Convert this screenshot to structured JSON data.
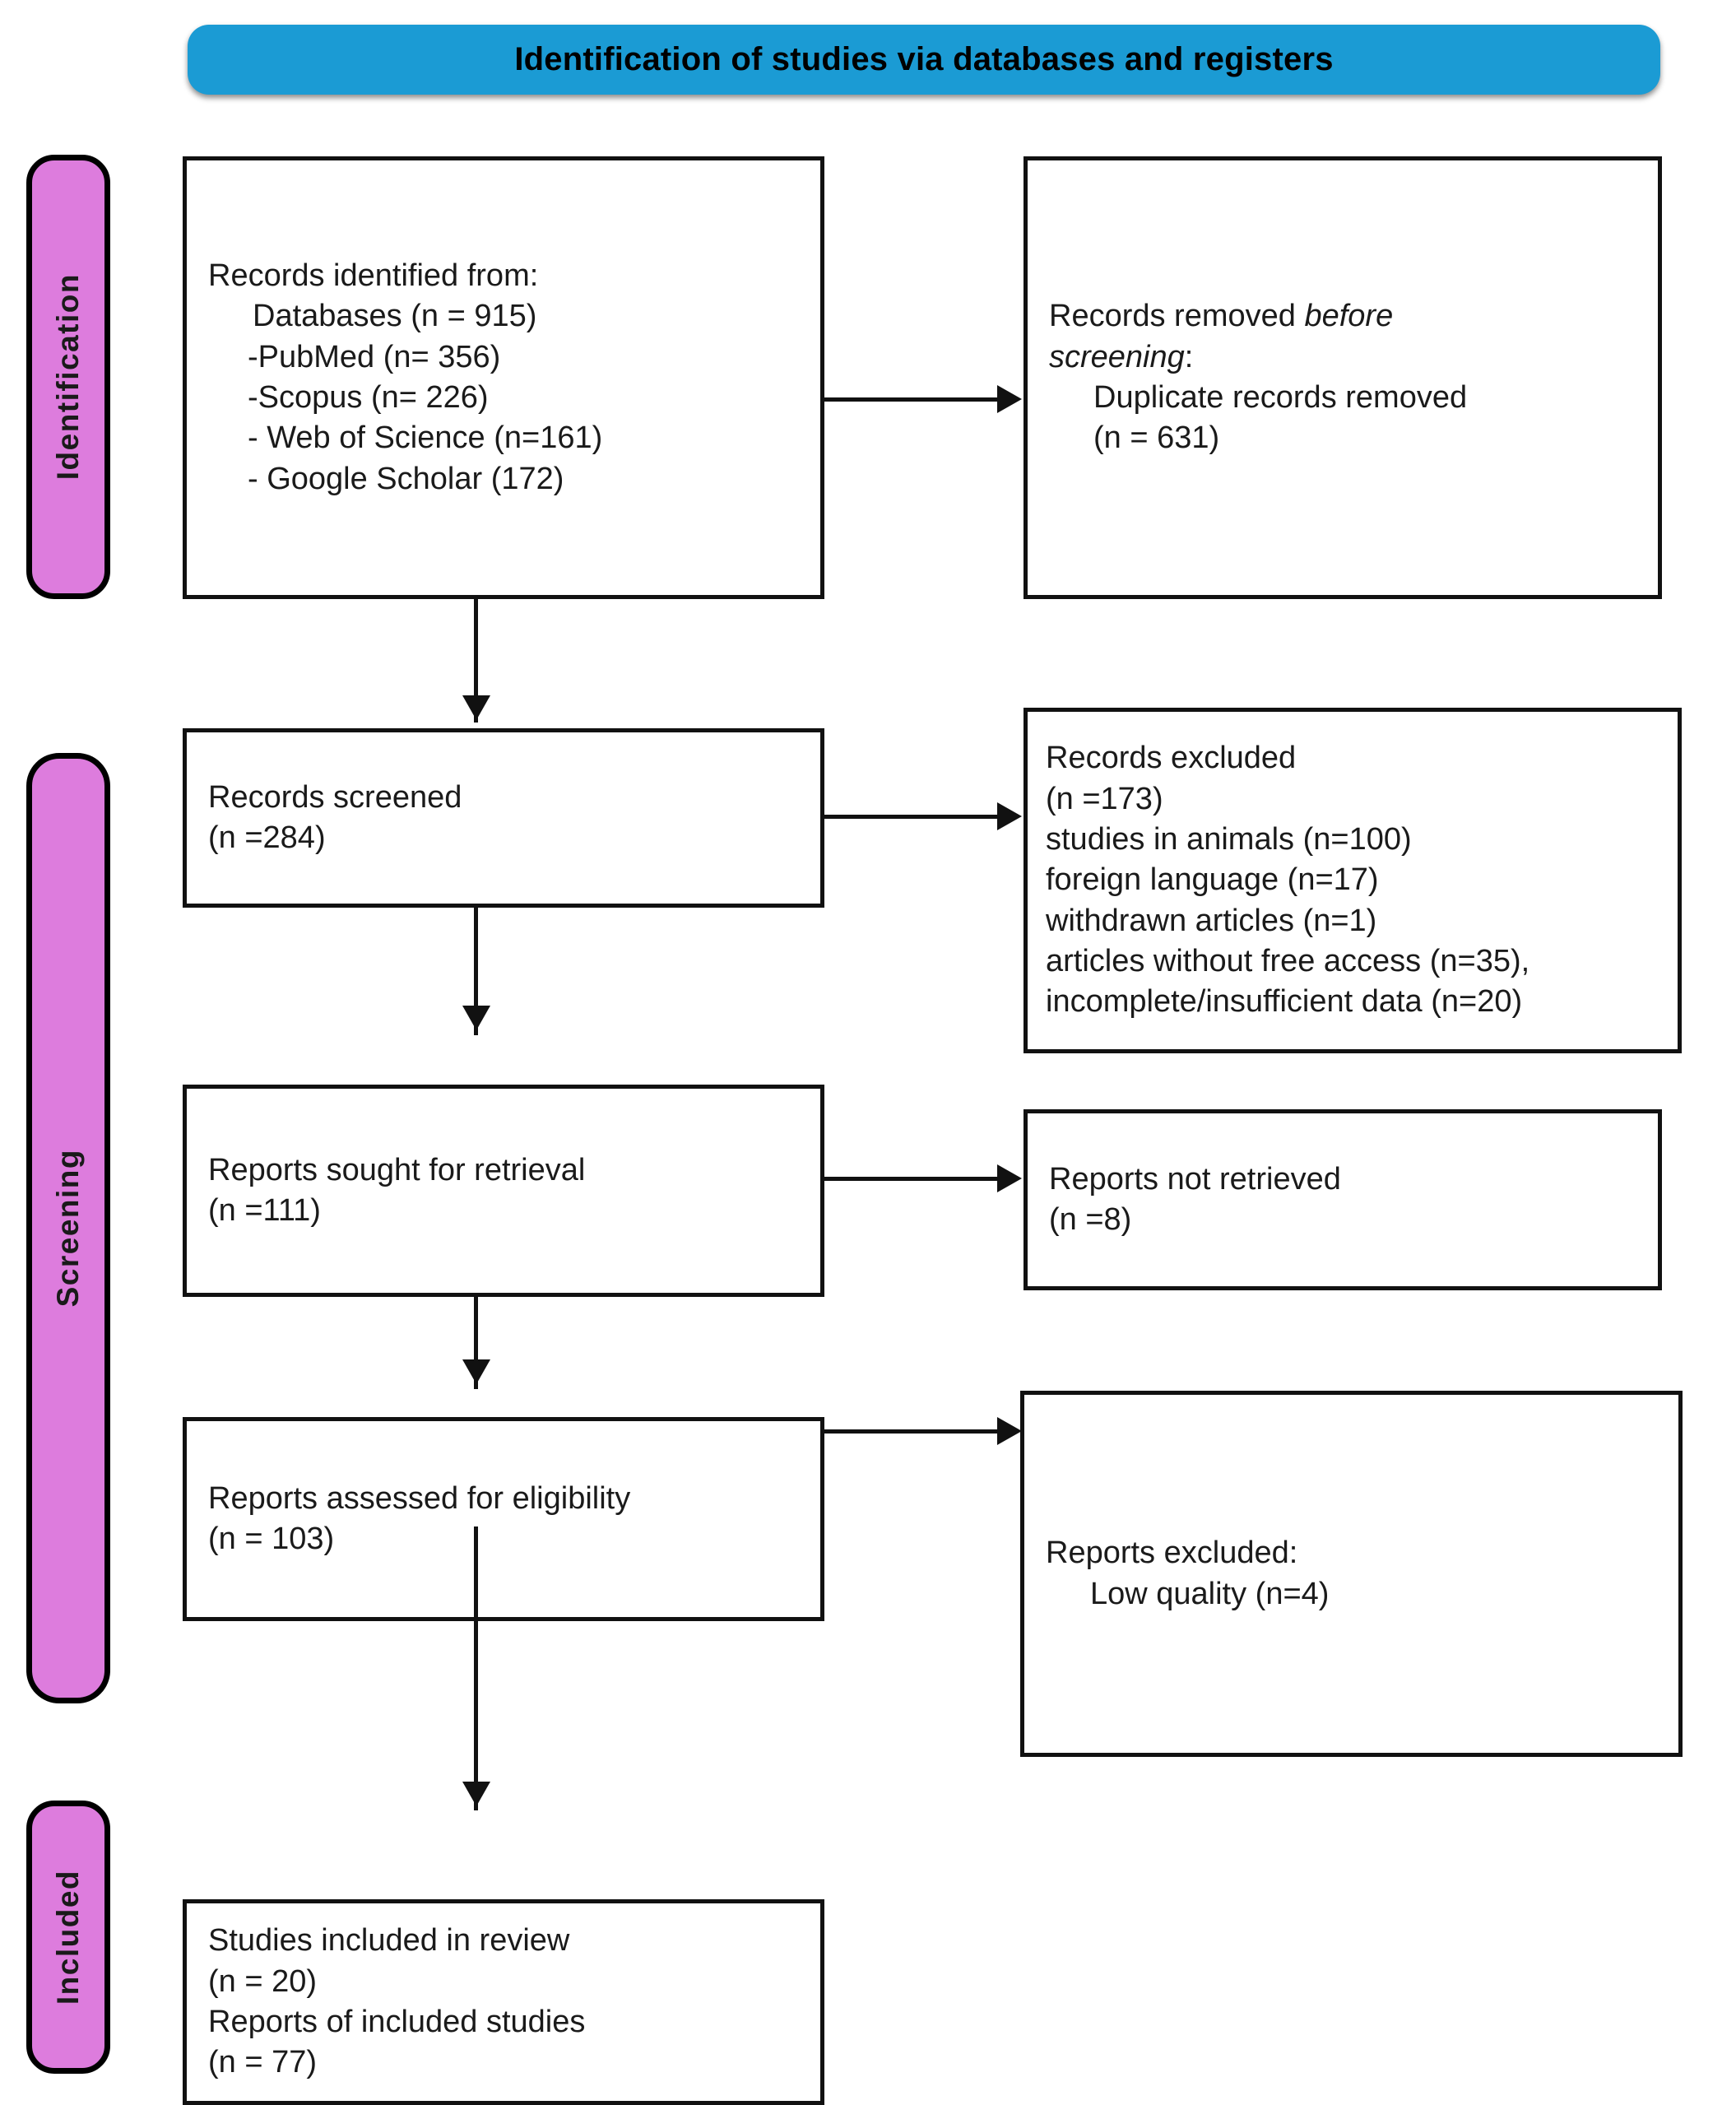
{
  "banner": {
    "title": "Identification of studies via databases and registers",
    "color": "#1b9bd4"
  },
  "stages": [
    {
      "id": "identification",
      "label": "Identification",
      "color": "#dd7cdd"
    },
    {
      "id": "screening",
      "label": "Screening",
      "color": "#dd7cdd"
    },
    {
      "id": "included",
      "label": "Included",
      "color": "#dd7cdd"
    }
  ],
  "nodes": {
    "records_identified": {
      "name": "records-identified-from",
      "lines": [
        "Records identified from:",
        "Databases (n = 915)",
        "-PubMed (n= 356)",
        "-Scopus (n= 226)",
        "- Web of Science (n=161)",
        "- Google Scholar (172)"
      ]
    },
    "records_removed": {
      "name": "records-removed-before-screening",
      "line1_pre": "Records removed ",
      "line1_ital": "before",
      "line2_ital": "screening",
      "line2_post": ":",
      "line3": "Duplicate records removed",
      "line4": "(n = 631)"
    },
    "records_screened": {
      "name": "records-screened",
      "lines": [
        "Records screened",
        "(n =284)"
      ]
    },
    "records_excluded": {
      "name": "records-excluded",
      "lines": [
        "Records excluded",
        "(n =173)",
        "studies in animals (n=100)",
        "foreign language (n=17)",
        "withdrawn articles (n=1)",
        "articles without free access (n=35),",
        "incomplete/insufficient data (n=20)"
      ]
    },
    "reports_sought": {
      "name": "reports-sought-for-retrieval",
      "lines": [
        "Reports sought for retrieval",
        "(n =111)"
      ]
    },
    "reports_not_retrieved": {
      "name": "reports-not-retrieved",
      "lines": [
        "Reports not retrieved",
        "(n =8)"
      ]
    },
    "reports_assessed": {
      "name": "reports-assessed-for-eligibility",
      "lines": [
        "Reports assessed for eligibility",
        "(n = 103)"
      ]
    },
    "reports_excluded": {
      "name": "reports-excluded",
      "line1": "Reports excluded:",
      "line2": "Low quality (n=4)"
    },
    "studies_included": {
      "name": "studies-included-in-review",
      "lines": [
        "Studies included in review",
        "(n = 20)",
        "Reports of included studies",
        "(n = 77)"
      ]
    }
  },
  "chart_data": {
    "type": "diagram",
    "title": "Identification of studies via databases and registers",
    "diagram_kind": "PRISMA 2020 flow diagram",
    "stages": [
      "Identification",
      "Screening",
      "Included"
    ],
    "counts": {
      "records_identified_databases": 915,
      "pubmed": 356,
      "scopus": 226,
      "web_of_science": 161,
      "google_scholar": 172,
      "duplicate_records_removed": 631,
      "records_screened": 284,
      "records_excluded_total": 173,
      "excluded_studies_in_animals": 100,
      "excluded_foreign_language": 17,
      "excluded_withdrawn_articles": 1,
      "excluded_without_free_access": 35,
      "excluded_incomplete_insufficient_data": 20,
      "reports_sought_for_retrieval": 111,
      "reports_not_retrieved": 8,
      "reports_assessed_for_eligibility": 103,
      "reports_excluded_low_quality": 4,
      "studies_included_in_review": 20,
      "reports_of_included_studies": 77
    },
    "flow": [
      {
        "from": "records_identified",
        "to": "records_removed",
        "direction": "right"
      },
      {
        "from": "records_identified",
        "to": "records_screened",
        "direction": "down"
      },
      {
        "from": "records_screened",
        "to": "records_excluded",
        "direction": "right"
      },
      {
        "from": "records_screened",
        "to": "reports_sought",
        "direction": "down"
      },
      {
        "from": "reports_sought",
        "to": "reports_not_retrieved",
        "direction": "right"
      },
      {
        "from": "reports_sought",
        "to": "reports_assessed",
        "direction": "down"
      },
      {
        "from": "reports_assessed",
        "to": "reports_excluded",
        "direction": "right"
      },
      {
        "from": "reports_assessed",
        "to": "studies_included",
        "direction": "down"
      }
    ]
  }
}
